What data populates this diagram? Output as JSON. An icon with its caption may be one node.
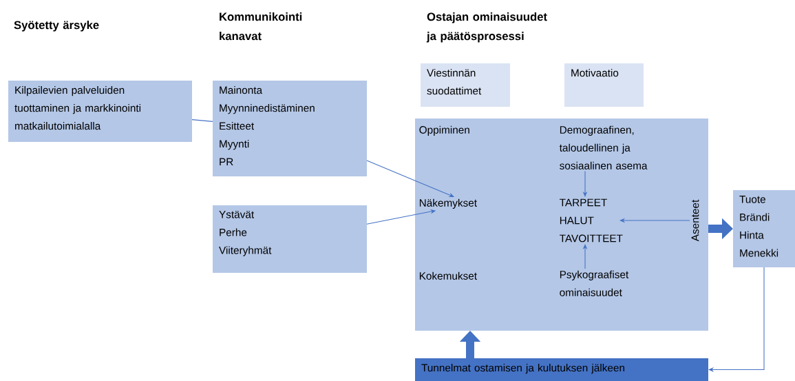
{
  "diagram": {
    "nodes": [
      {
        "text": [
          "Kilpailevien palveluiden tuottaminen ja markkinointi matkailutoimialalla"
        ]
      },
      {
        "text": [
          "Mainonta",
          "Myynninedistäminen",
          "Esitteet",
          "Myynti",
          "PR"
        ]
      },
      {
        "text": [
          "Ystävät",
          "Perhe",
          "Viiteryhmät"
        ]
      },
      {
        "text": [
          "Viestinnän suodattimet"
        ]
      },
      {
        "text": [
          "Motivaatio"
        ]
      },
      {
        "text": [],
        "shape": "box"
      },
      {
        "text": [
          "Oppiminen"
        ],
        "in": 5
      },
      {
        "text": [
          "Näkemykset"
        ],
        "in": 5
      },
      {
        "text": [
          "Kokemukset"
        ],
        "in": 5
      },
      {
        "text": [
          "Demograafinen, taloudellinen ja sosiaalinen asema"
        ],
        "in": 5
      },
      {
        "text": [
          "TARPEET",
          "HALUT",
          "TAVOITTEET"
        ],
        "in": 5
      },
      {
        "text": [
          "Psykograafiset ominaisuudet"
        ],
        "in": 5
      },
      {
        "text": [
          "Asenteet"
        ],
        "in": 5
      },
      {
        "text": [
          "Tuote",
          "Brändi",
          "Hinta",
          "Menekki"
        ]
      },
      {
        "text": [
          "Tunnelmat ostamisen ja kulutuksen jälkeen"
        ]
      }
    ],
    "edges": [
      {
        "from": 0,
        "to": 1,
        "arrow": "none"
      },
      {
        "from": 1,
        "to": 7,
        "arrow": "to"
      },
      {
        "from": 2,
        "to": 7,
        "arrow": "to"
      },
      {
        "from": 9,
        "to": 10,
        "arrow": "to"
      },
      {
        "from": 11,
        "to": 10,
        "arrow": "to"
      },
      {
        "from": 12,
        "to": 10,
        "arrow": "to"
      },
      {
        "from": 5,
        "to": 13,
        "arrow": "to",
        "style": "thick"
      },
      {
        "from": 13,
        "to": 14,
        "arrow": "to"
      },
      {
        "from": 14,
        "to": 5,
        "arrow": "to",
        "style": "thick"
      }
    ],
    "labels": [
      "Syötetty ärsyke",
      "Kommunikointi kanavat",
      "Ostajan ominaisuudet ja päätösprosessi"
    ]
  }
}
